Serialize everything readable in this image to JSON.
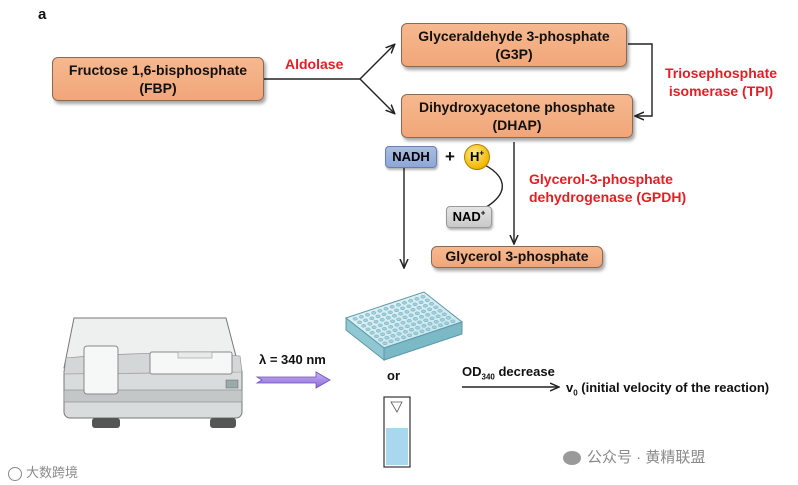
{
  "panel_label": "a",
  "nodes": {
    "fbp": {
      "line1": "Fructose 1,6-bisphosphate",
      "line2": "(FBP)"
    },
    "g3p": {
      "line1": "Glyceraldehyde 3-phosphate",
      "line2": "(G3P)"
    },
    "dhap": {
      "line1": "Dihydroxyacetone phosphate",
      "line2": "(DHAP)"
    },
    "glycerol3p": {
      "line1": "Glycerol 3-phosphate"
    }
  },
  "enzymes": {
    "aldolase": "Aldolase",
    "tpi": {
      "line1": "Triosephosphate",
      "line2": "isomerase (TPI)"
    },
    "gpdh": {
      "line1": "Glycerol-3-phosphate",
      "line2": "dehydrogenase (GPDH)"
    }
  },
  "cofactors": {
    "nadh": "NADH",
    "plus": "+",
    "h": "H",
    "h_sup": "+",
    "nad": "NAD",
    "nad_sup": "+"
  },
  "measurement": {
    "wavelength": "λ = 340 nm",
    "or": "or",
    "od_prefix": "OD",
    "od_sub": "340",
    "od_suffix": " decrease",
    "v_prefix": "v",
    "v_sub": "0",
    "v_suffix": " (initial velocity of the reaction)"
  },
  "watermarks": {
    "left": "大数跨境",
    "right": "公众号 · 黄精联盟"
  },
  "colors": {
    "box_fill": "#f3ad82",
    "enzyme_red": "#e41e24",
    "nadh_blue": "#9fb4df",
    "arrow_purple": "#9b7be0"
  }
}
